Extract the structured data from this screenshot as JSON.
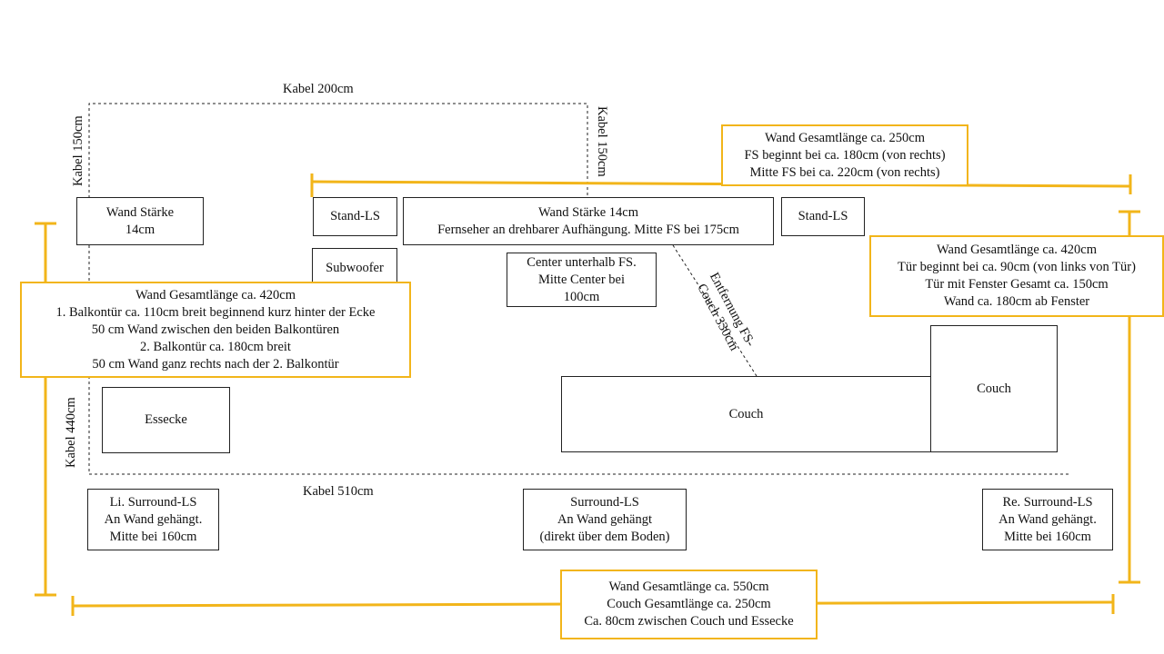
{
  "colors": {
    "accent": "#F2B51A",
    "line": "#222222"
  },
  "cable_labels": {
    "top": "Kabel 200cm",
    "left_top": "Kabel 150cm",
    "right_top": "Kabel 150cm",
    "left_side": "Kabel 440cm",
    "bottom": "Kabel 510cm",
    "distance": [
      "Entfernung FS-",
      "Couch 330cm"
    ]
  },
  "boxes": {
    "wand_left": [
      "Wand Stärke",
      "14cm"
    ],
    "stand_ls_left": [
      "Stand-LS"
    ],
    "wand_center": [
      "Wand Stärke 14cm",
      "Fernseher an drehbarer Aufhängung.  Mitte FS bei 175cm"
    ],
    "stand_ls_right": [
      "Stand-LS"
    ],
    "subwoofer": [
      "Subwoofer"
    ],
    "center": [
      "Center unterhalb  FS.",
      "Mitte Center bei",
      "100cm"
    ],
    "essecke": [
      "Essecke"
    ],
    "couch_main": [
      "Couch"
    ],
    "couch_side": [
      "Couch"
    ],
    "surround_left": [
      "Li. Surround-LS",
      "An Wand gehängt.",
      "Mitte bei 160cm"
    ],
    "surround_center": [
      "Surround-LS",
      "An Wand gehängt",
      "(direkt über dem Boden)"
    ],
    "surround_right": [
      "Re. Surround-LS",
      "An Wand gehängt.",
      "Mitte bei 160cm"
    ]
  },
  "notes": {
    "top_wall": [
      "Wand Gesamtlänge  ca. 250cm",
      "FS beginnt  bei ca. 180cm (von rechts)",
      "Mitte FS bei ca. 220cm (von rechts)"
    ],
    "left_wall": [
      "Wand Gesamtlänge  ca. 420cm",
      "1. Balkontür  ca. 110cm breit beginnend  kurz hinter  der Ecke",
      "50 cm Wand zwischen  den beiden Balkontüren",
      "2. Balkontür  ca. 180cm breit",
      "50 cm Wand ganz rechts nach der 2. Balkontür"
    ],
    "right_wall": [
      "Wand Gesamtlänge  ca. 420cm",
      "Tür beginnt  bei ca. 90cm (von links von Tür)",
      "Tür mit Fenster Gesamt ca. 150cm",
      "Wand ca. 180cm ab Fenster"
    ],
    "bottom_wall": [
      "Wand Gesamtlänge  ca. 550cm",
      "Couch Gesamtlänge  ca. 250cm",
      "Ca. 80cm zwischen  Couch und Essecke"
    ]
  }
}
